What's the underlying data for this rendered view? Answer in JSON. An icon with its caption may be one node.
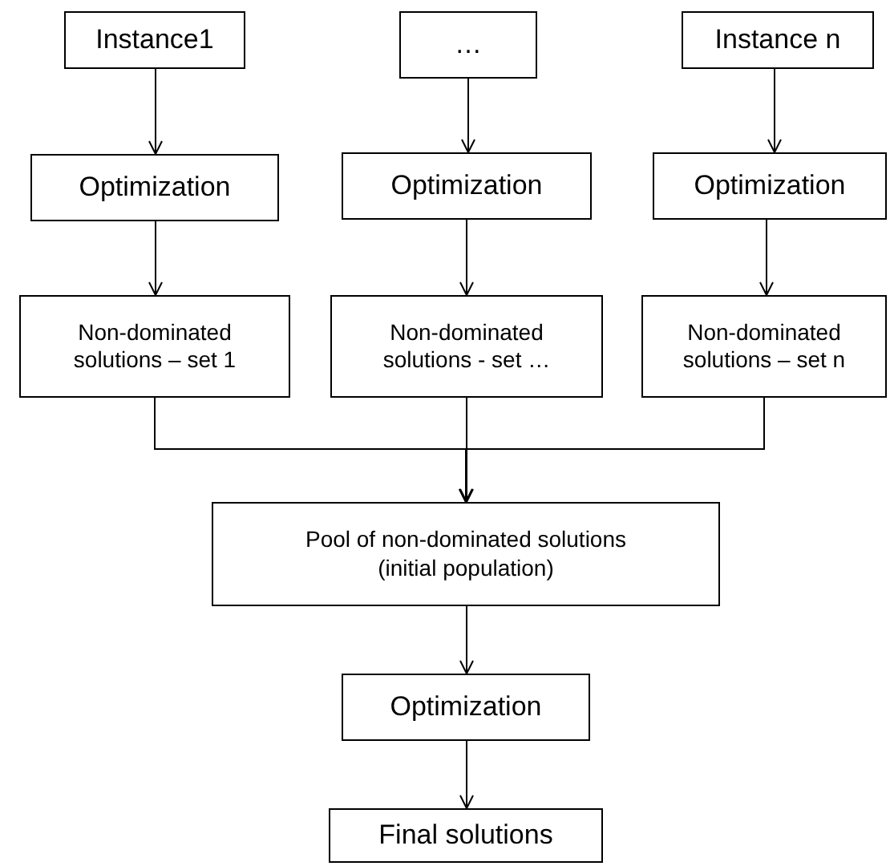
{
  "diagram": {
    "nodes": [
      {
        "text": [
          "Instance1"
        ]
      },
      {
        "text": [
          "…"
        ]
      },
      {
        "text": [
          "Instance n"
        ]
      },
      {
        "text": [
          "Optimization"
        ]
      },
      {
        "text": [
          "Optimization"
        ]
      },
      {
        "text": [
          "Optimization"
        ]
      },
      {
        "text": [
          "Non-dominated solutions – set 1"
        ]
      },
      {
        "text": [
          "Non-dominated solutions - set …"
        ]
      },
      {
        "text": [
          "Non-dominated solutions – set n"
        ]
      },
      {
        "text": [
          "Pool of non-dominated solutions (initial population)"
        ]
      },
      {
        "text": [
          "Optimization"
        ]
      },
      {
        "text": [
          "Final solutions"
        ]
      }
    ],
    "edges": [
      {
        "from": 0,
        "to": 3,
        "arrow": "to"
      },
      {
        "from": 1,
        "to": 4,
        "arrow": "to"
      },
      {
        "from": 2,
        "to": 5,
        "arrow": "to"
      },
      {
        "from": 3,
        "to": 6,
        "arrow": "to"
      },
      {
        "from": 4,
        "to": 7,
        "arrow": "to"
      },
      {
        "from": 5,
        "to": 8,
        "arrow": "to"
      },
      {
        "from": 6,
        "to": 9,
        "arrow": "to"
      },
      {
        "from": 7,
        "to": 9,
        "arrow": "to"
      },
      {
        "from": 8,
        "to": 9,
        "arrow": "to"
      },
      {
        "from": 9,
        "to": 10,
        "arrow": "to"
      },
      {
        "from": 10,
        "to": 11,
        "arrow": "to"
      }
    ]
  }
}
